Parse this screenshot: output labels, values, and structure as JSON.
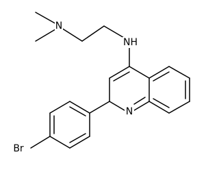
{
  "molecule": {
    "atoms": {
      "nme2": "N",
      "nh": "NH",
      "n_ring": "N",
      "br": "Br"
    },
    "colors": {
      "bond": "#000000",
      "text": "#000000",
      "background": "#ffffff"
    }
  }
}
